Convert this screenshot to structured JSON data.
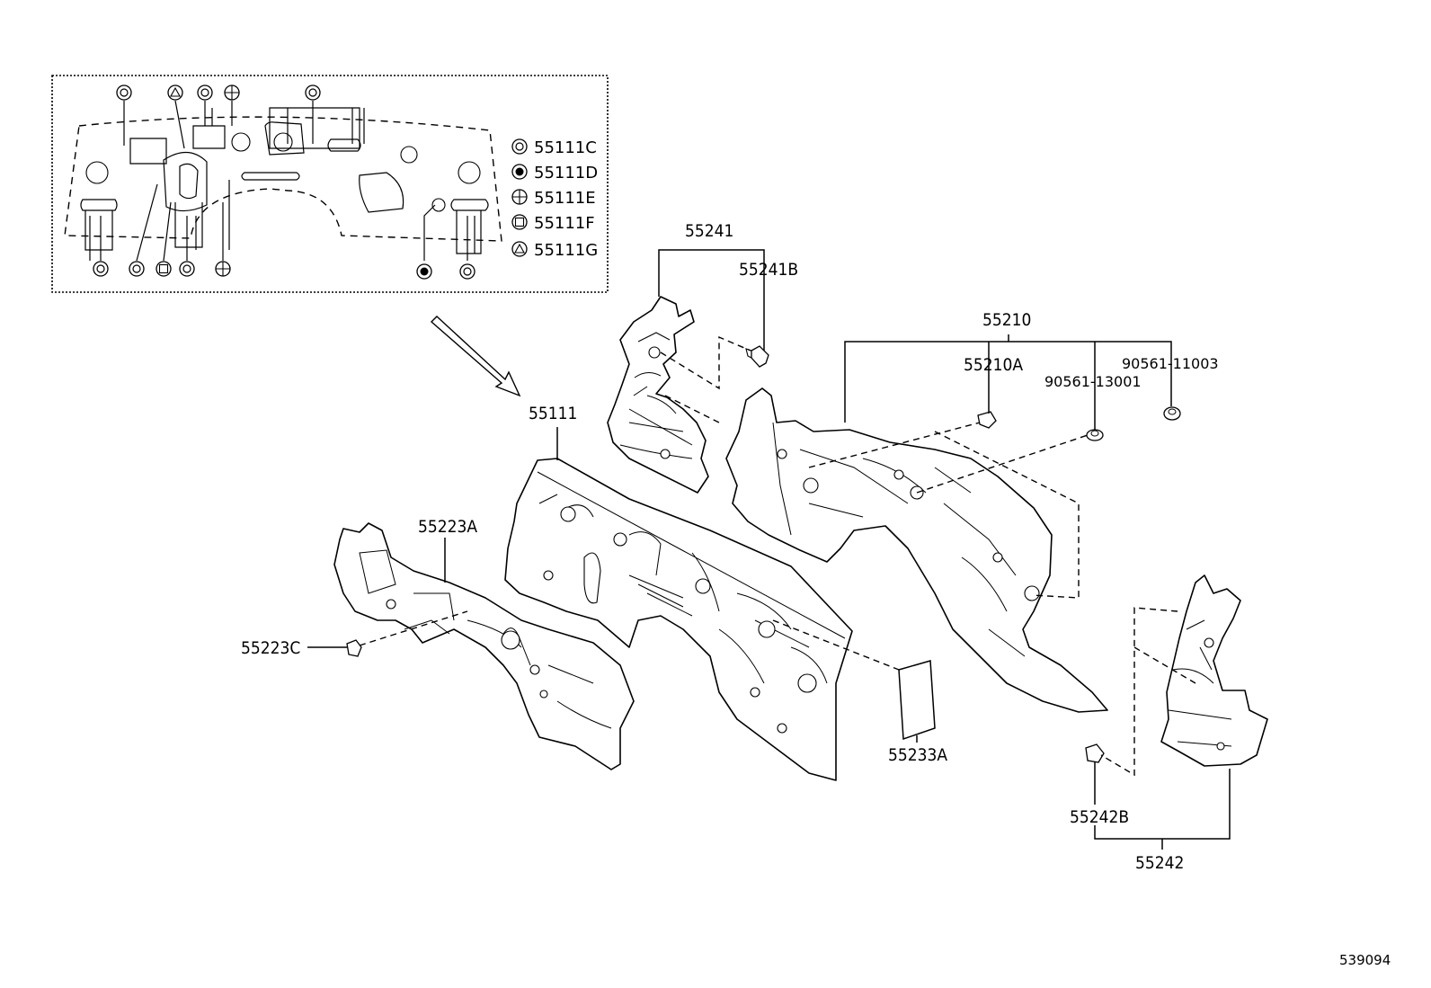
{
  "figure_id": "539094",
  "legend": [
    {
      "code": "55111C",
      "symbol": "double-circle"
    },
    {
      "code": "55111D",
      "symbol": "filled-circle"
    },
    {
      "code": "55111E",
      "symbol": "crossed-circle"
    },
    {
      "code": "55111F",
      "symbol": "square-in-circle"
    },
    {
      "code": "55111G",
      "symbol": "triangle-in-circle"
    }
  ],
  "callouts": {
    "p55241": "55241",
    "p55241B": "55241B",
    "p55210": "55210",
    "p55210A": "55210A",
    "p90561_11003": "90561-11003",
    "p90561_13001": "90561-13001",
    "p55111": "55111",
    "p55223A": "55223A",
    "p55223C": "55223C",
    "p55233A": "55233A",
    "p55242B": "55242B",
    "p55242": "55242"
  }
}
